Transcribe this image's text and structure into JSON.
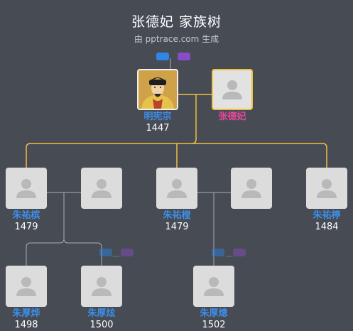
{
  "title": "张德妃 家族树",
  "subtitle": "由 pptrace.com 生成",
  "colors": {
    "background": "#474b54",
    "link_gold": "#f0c040",
    "link_grey": "#a9adb5",
    "name_blue": "#3d8fe8",
    "name_pink": "#e8489a",
    "tag_blue": "#2f86e8",
    "tag_purple": "#8a4bc6"
  },
  "people": {
    "father": {
      "name": "明宪宗",
      "year": "1447"
    },
    "mother": {
      "name": "张德妃",
      "year": ""
    },
    "child1": {
      "name": "朱祐槟",
      "year": "1479"
    },
    "child1_spouse": {
      "name": "",
      "year": ""
    },
    "child2": {
      "name": "朱祐樘",
      "year": "1479"
    },
    "child2_spouse": {
      "name": "",
      "year": ""
    },
    "child3": {
      "name": "朱祐楟",
      "year": "1484"
    },
    "gc1": {
      "name": "朱厚烨",
      "year": "1498"
    },
    "gc2": {
      "name": "朱厚炫",
      "year": "1500"
    },
    "gc3": {
      "name": "朱厚熜",
      "year": "1502"
    }
  }
}
